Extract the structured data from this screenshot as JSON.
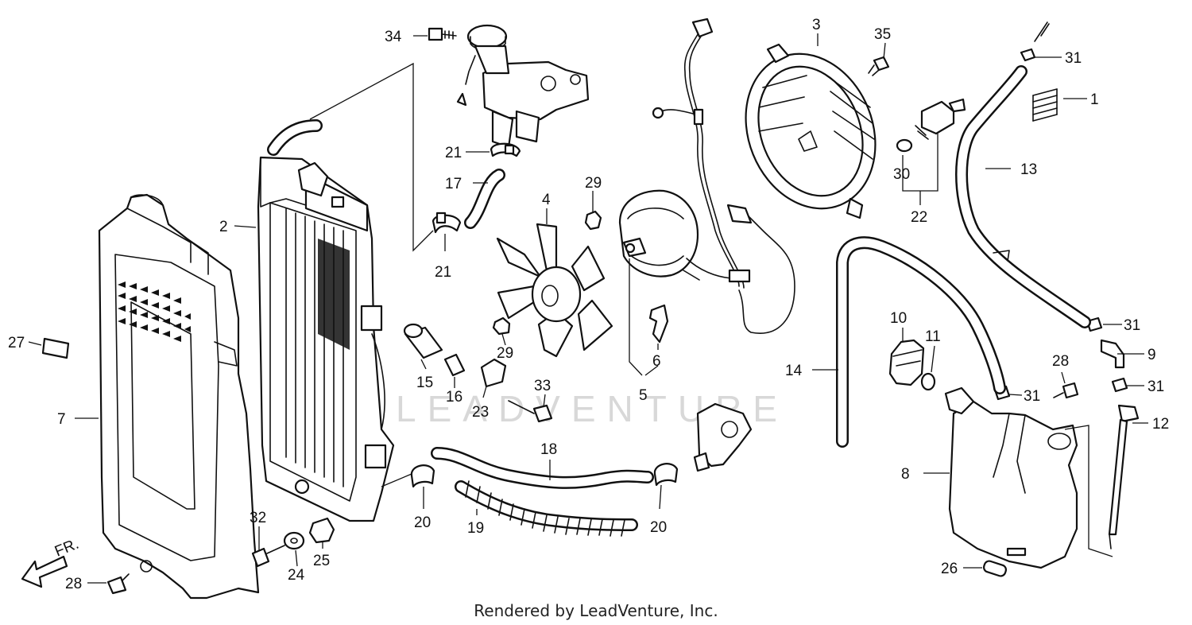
{
  "diagram": {
    "watermark": "LEADVENTURE",
    "front_marker": "FR.",
    "credit": "Rendered by LeadVenture, Inc.",
    "callouts": {
      "c1": "1",
      "c2": "2",
      "c3": "3",
      "c4": "4",
      "c5": "5",
      "c6": "6",
      "c7": "7",
      "c8": "8",
      "c9": "9",
      "c10": "10",
      "c11": "11",
      "c12": "12",
      "c13": "13",
      "c14": "14",
      "c15": "15",
      "c16": "16",
      "c17": "17",
      "c18": "18",
      "c19": "19",
      "c20a": "20",
      "c20b": "20",
      "c21a": "21",
      "c21b": "21",
      "c22": "22",
      "c23": "23",
      "c24": "24",
      "c25": "25",
      "c26": "26",
      "c27": "27",
      "c28a": "28",
      "c28b": "28",
      "c29a": "29",
      "c29b": "29",
      "c30": "30",
      "c31a": "31",
      "c31b": "31",
      "c31c": "31",
      "c31d": "31",
      "c32": "32",
      "c33": "33",
      "c34": "34",
      "c35": "35"
    }
  }
}
